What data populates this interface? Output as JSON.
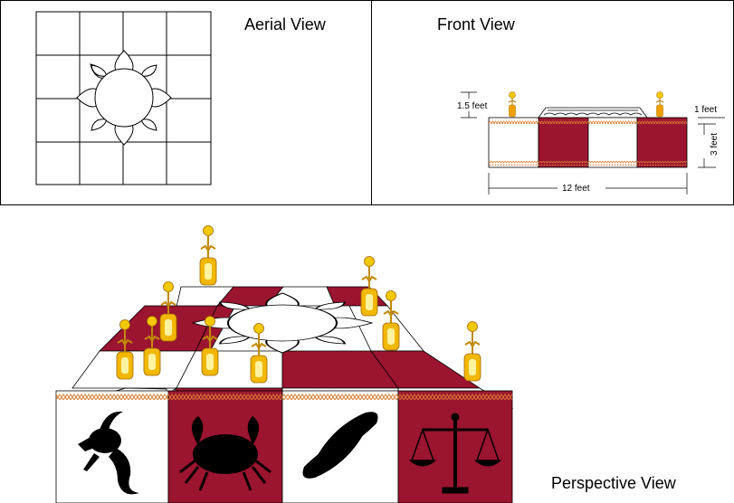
{
  "aerial": {
    "title": "Aerial View"
  },
  "front": {
    "title": "Front View",
    "dim_lamp_height": "1.5 feet",
    "dim_top_height": "1 feet",
    "dim_body_height": "3 feet",
    "dim_width": "12 feet"
  },
  "perspective": {
    "title": "Perspective View"
  },
  "colors": {
    "maroon": "#9b1430",
    "lamp_gold": "#f2c800",
    "lamp_orange": "#e58b00",
    "border_orange": "#d87a30"
  },
  "icons": [
    "capricorn-sea-goat-icon",
    "cancer-crab-icon",
    "pisces-fish-icon",
    "libra-scales-icon"
  ]
}
